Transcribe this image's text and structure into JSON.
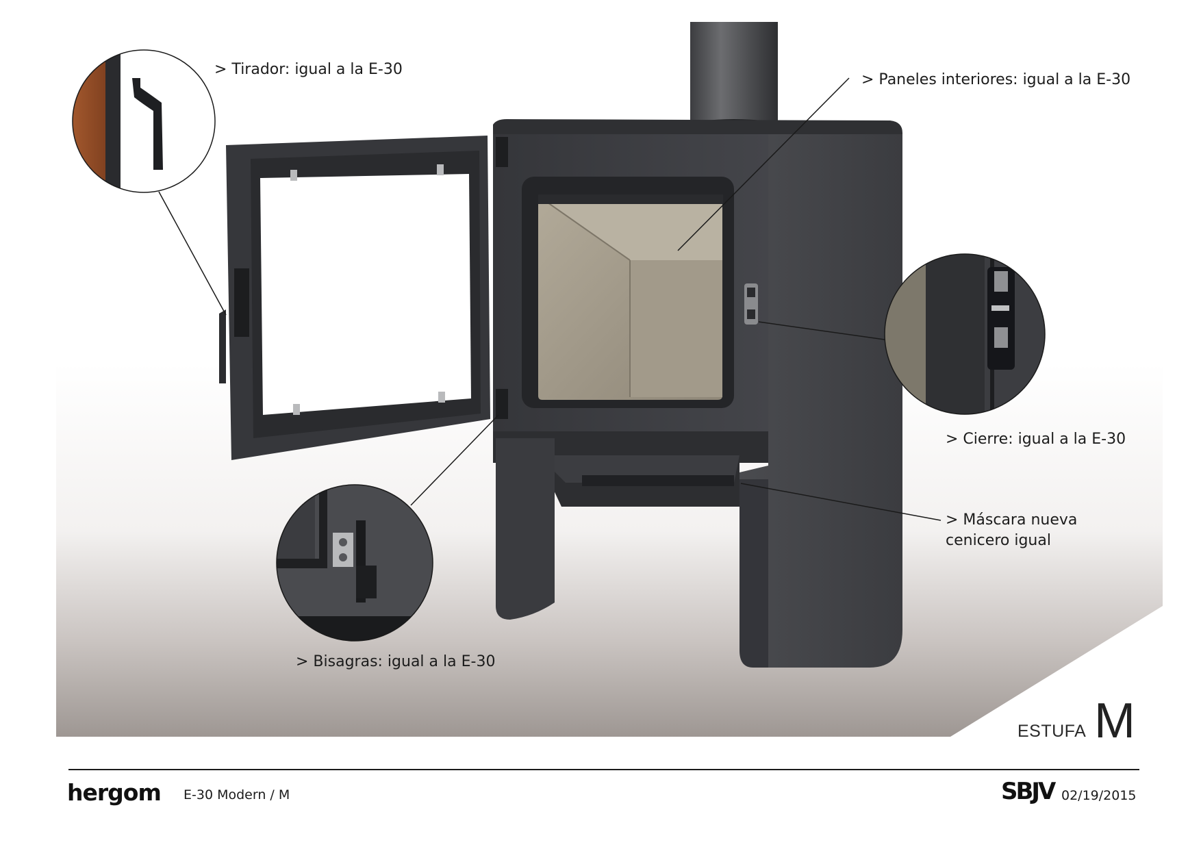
{
  "callouts": {
    "tirador": "> Tirador:  igual a la E-30",
    "paneles": "> Paneles interiores:  igual a la E-30",
    "cierre": "> Cierre:  igual a la E-30",
    "mascara_line1": "> Máscara nueva",
    "mascara_line2": "cenicero igual",
    "bisagras": "> Bisagras:  igual a la E-30"
  },
  "product": {
    "label": "ESTUFA",
    "letter": "M"
  },
  "footer": {
    "brand": "hergom",
    "model": "E-30 Modern / M",
    "company": "SBJV",
    "date": "02/19/2015"
  },
  "colors": {
    "stove": "#3a3b3d",
    "firebox": "#9c9484",
    "floor_light": "#eeecea",
    "floor_dark": "#a59e9a"
  }
}
